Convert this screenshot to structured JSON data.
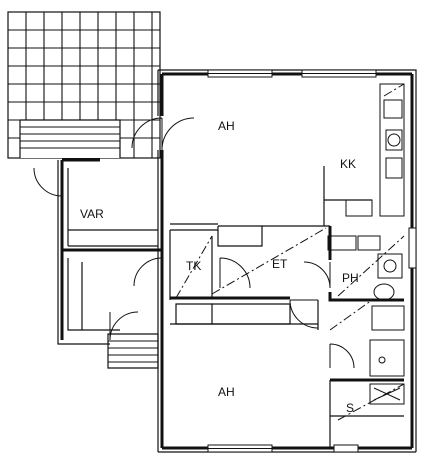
{
  "rooms": {
    "ah_upper": "AH",
    "kk": "KK",
    "var": "VAR",
    "tk": "TK",
    "et": "ET",
    "ph": "PH",
    "ah_lower": "AH",
    "s": "S"
  },
  "colors": {
    "line": "#111111",
    "background": "#ffffff"
  }
}
